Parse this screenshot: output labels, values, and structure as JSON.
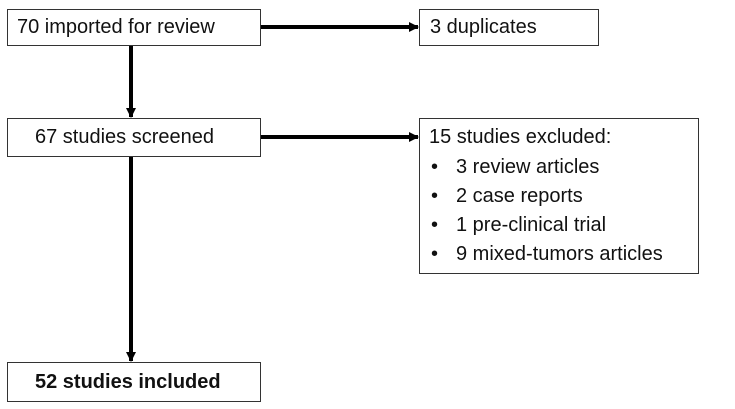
{
  "flow": {
    "imported": "70 imported for review",
    "duplicates": "3 duplicates",
    "screened": "67 studies screened",
    "excluded": {
      "title": "15 studies excluded:",
      "reasons": [
        "3 review articles",
        "2 case reports",
        "1 pre-clinical trial",
        "9 mixed-tumors articles"
      ]
    },
    "included": "52 studies included"
  },
  "style": {
    "line_color": "#000000",
    "border_color": "#333333"
  }
}
